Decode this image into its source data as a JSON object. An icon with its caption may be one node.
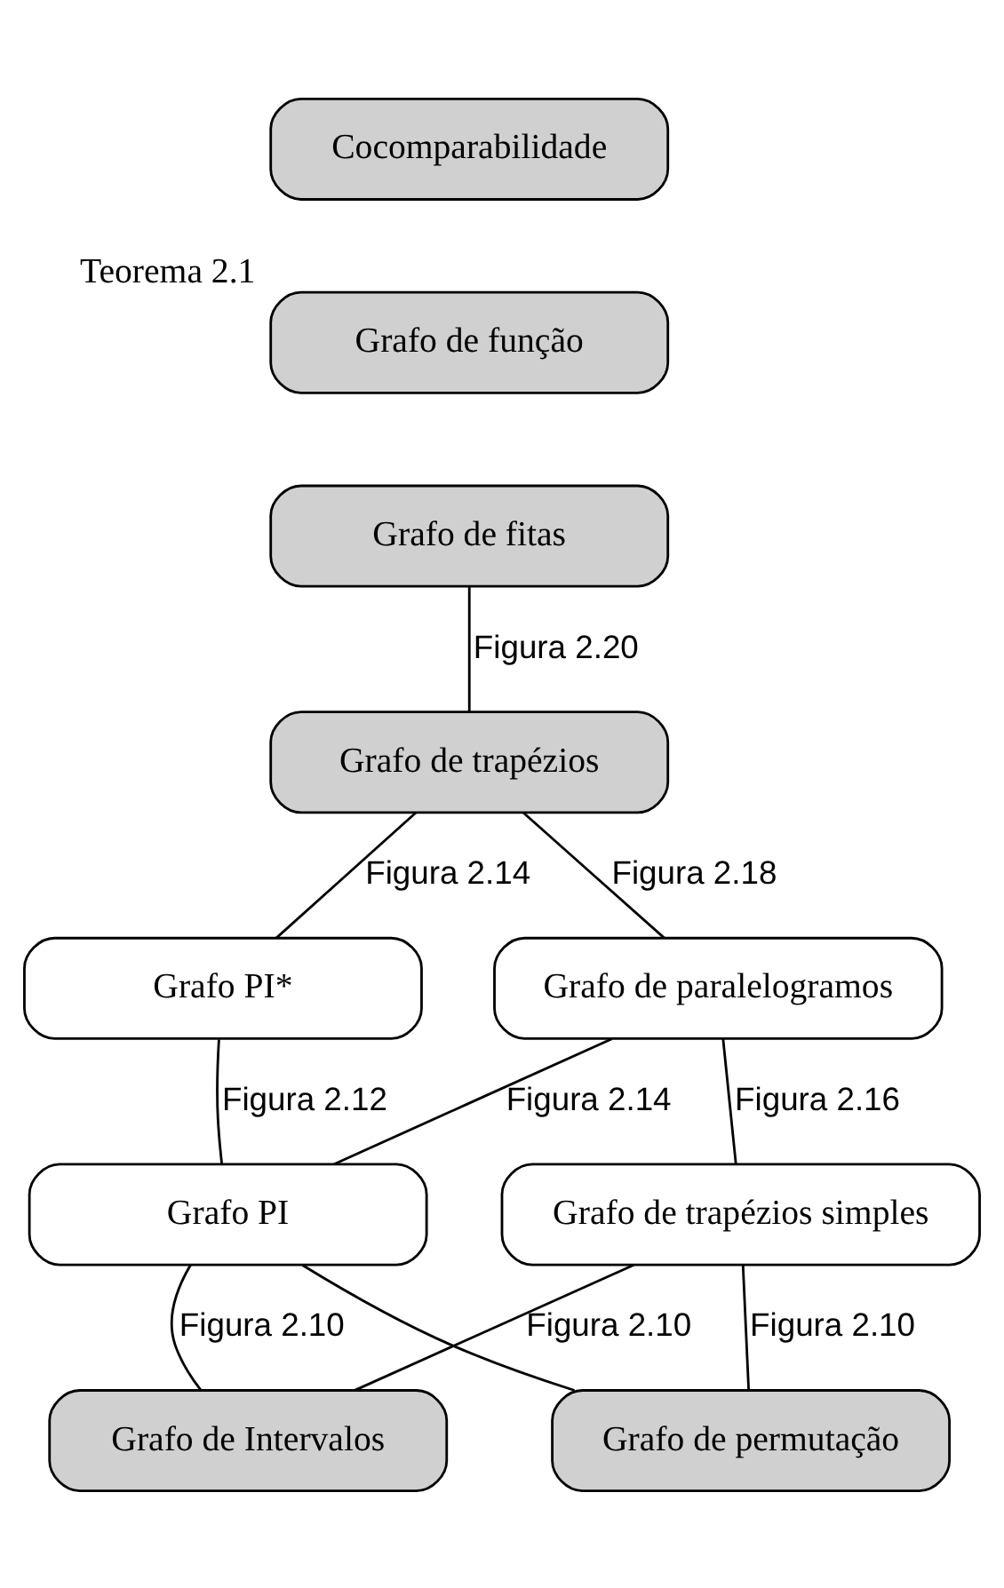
{
  "diagram": {
    "nodes": [
      {
        "text": [
          "Cocomparabilidade"
        ]
      },
      {
        "text": [
          "Grafo de função"
        ],
        "beside": [
          "Teorema 2.1"
        ]
      },
      {
        "text": [
          "Grafo de fitas"
        ]
      },
      {
        "text": [
          "Grafo de trapézios"
        ]
      },
      {
        "text": [
          "Grafo PI*"
        ]
      },
      {
        "text": [
          "Grafo de paralelogramos"
        ]
      },
      {
        "text": [
          "Grafo PI"
        ]
      },
      {
        "text": [
          "Grafo de trapézios simples"
        ]
      },
      {
        "text": [
          "Grafo de Intervalos"
        ]
      },
      {
        "text": [
          "Grafo de permutação"
        ]
      }
    ],
    "edges": [
      {
        "from": 2,
        "to": 3,
        "arrow": "none",
        "label": "Figura 2.20"
      },
      {
        "from": 3,
        "to": 4,
        "arrow": "none",
        "label": "Figura 2.14"
      },
      {
        "from": 3,
        "to": 5,
        "arrow": "none",
        "label": "Figura 2.18"
      },
      {
        "from": 4,
        "to": 6,
        "arrow": "none",
        "label": "Figura 2.12"
      },
      {
        "from": 5,
        "to": 6,
        "arrow": "none",
        "label": "Figura 2.14"
      },
      {
        "from": 5,
        "to": 7,
        "arrow": "none",
        "label": "Figura 2.16"
      },
      {
        "from": 6,
        "to": 8,
        "arrow": "none",
        "label": "Figura 2.10"
      },
      {
        "from": 6,
        "to": 9,
        "arrow": "none"
      },
      {
        "from": 7,
        "to": 8,
        "arrow": "none",
        "label": "Figura 2.10"
      },
      {
        "from": 7,
        "to": 9,
        "arrow": "none",
        "label": "Figura 2.10"
      }
    ]
  }
}
